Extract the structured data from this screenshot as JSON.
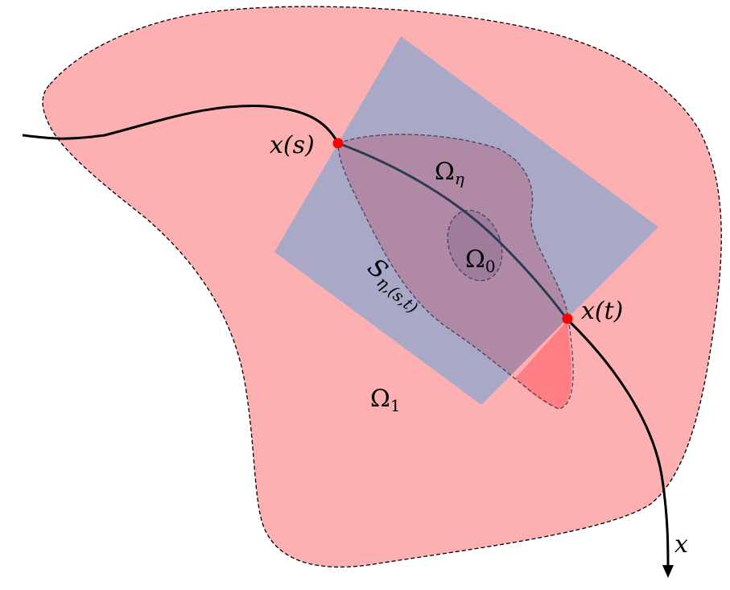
{
  "colors": {
    "background": "#ffffff",
    "omega1_fill": "#fdb0b2",
    "square_fill": "#a9a9c7",
    "omega_eta_fill": "#b08aa5",
    "omega0_fill": "#a07c9c",
    "triangle_fill": "#ff7e83",
    "curve": "#000000",
    "curve_inside": "#2b3a55",
    "point": "#ff0000",
    "dashed_outline": "#000000",
    "inner_dashed": "#3d4566"
  },
  "labels": {
    "x_s": "x(s)",
    "x_t": "x(t)",
    "omega_eta_base": "Ω",
    "omega_eta_sub": "η",
    "omega_0_base": "Ω",
    "omega_0_sub": "0",
    "omega_1_base": "Ω",
    "omega_1_sub": "1",
    "s_base": "S",
    "s_sub": "η,(s,t)",
    "x_end": "x"
  },
  "icons": {
    "arrow": "arrow-down-icon"
  }
}
